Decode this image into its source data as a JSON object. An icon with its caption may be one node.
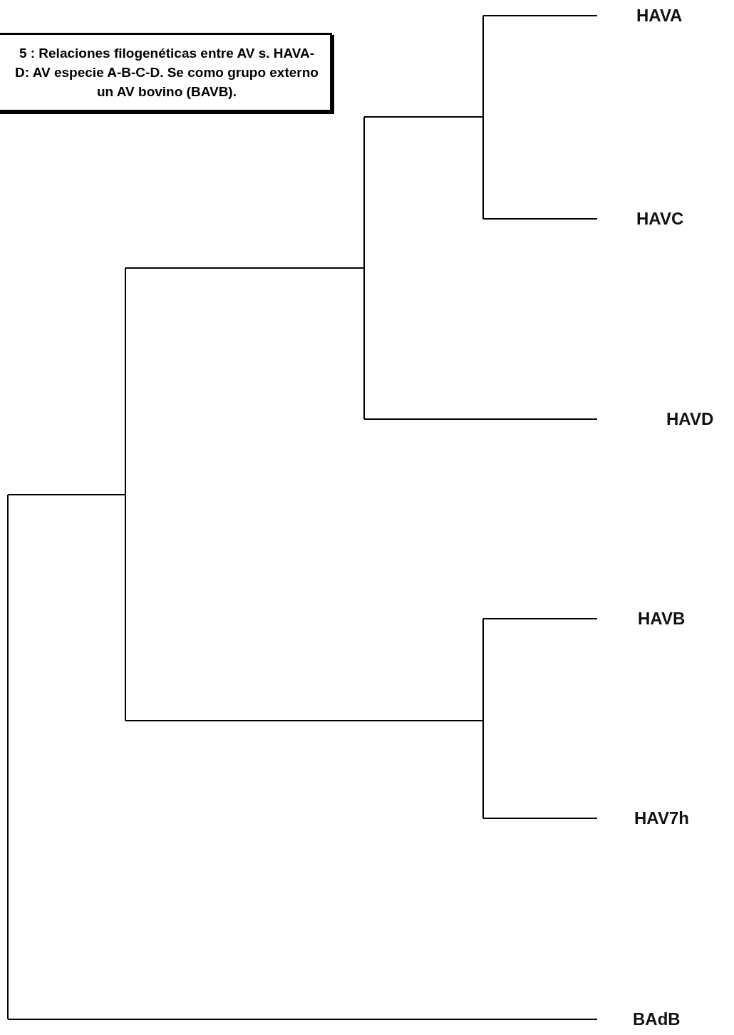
{
  "diagram": {
    "nodes": [
      {
        "text": [
          "5 : Relaciones filogenéticas entre AV s. HAVA-D: AV especie A-B-C-D. Se como grupo externo un AV bovino (BAVB)."
        ]
      },
      {
        "text": [
          "HAVA"
        ]
      },
      {
        "text": [
          "HAVC"
        ]
      },
      {
        "text": [
          "HAVD"
        ]
      },
      {
        "text": [
          "HAVB"
        ]
      },
      {
        "text": [
          "HAV7h"
        ]
      },
      {
        "text": [
          "BAdB"
        ]
      }
    ]
  }
}
